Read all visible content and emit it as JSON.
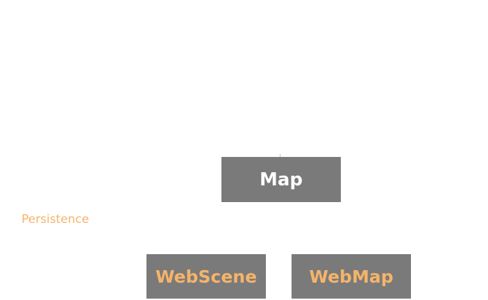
{
  "nodes": {
    "map": {
      "label": "Map"
    },
    "webscene": {
      "label": "WebScene"
    },
    "webmap": {
      "label": "WebMap"
    }
  },
  "labels": {
    "persistence": "Persistence"
  },
  "colors": {
    "box_fill": "#7a7a7a",
    "accent_text": "#f5b46a",
    "primary_text": "#ffffff",
    "background": "#ffffff"
  }
}
